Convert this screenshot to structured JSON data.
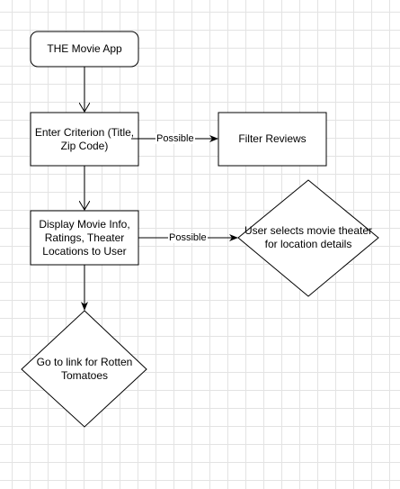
{
  "nodes": {
    "app": {
      "label": "THE Movie App",
      "shape": "rounded-rectangle"
    },
    "criterion": {
      "label": "Enter Criterion (Title, Zip Code)",
      "shape": "rectangle"
    },
    "filter": {
      "label": "Filter Reviews",
      "shape": "rectangle"
    },
    "display": {
      "label": "Display Movie Info, Ratings, Theater Locations to User",
      "shape": "rectangle"
    },
    "theater": {
      "label": "User selects movie theater for location details",
      "shape": "diamond"
    },
    "rotten": {
      "label": "Go to link for Rotten Tomatoes",
      "shape": "diamond"
    }
  },
  "edges": {
    "criterion_filter": {
      "label": "Possible"
    },
    "display_theater": {
      "label": "Possible"
    }
  },
  "colors": {
    "stroke": "#000000",
    "fill": "#ffffff",
    "grid": "#e3e3e3"
  }
}
